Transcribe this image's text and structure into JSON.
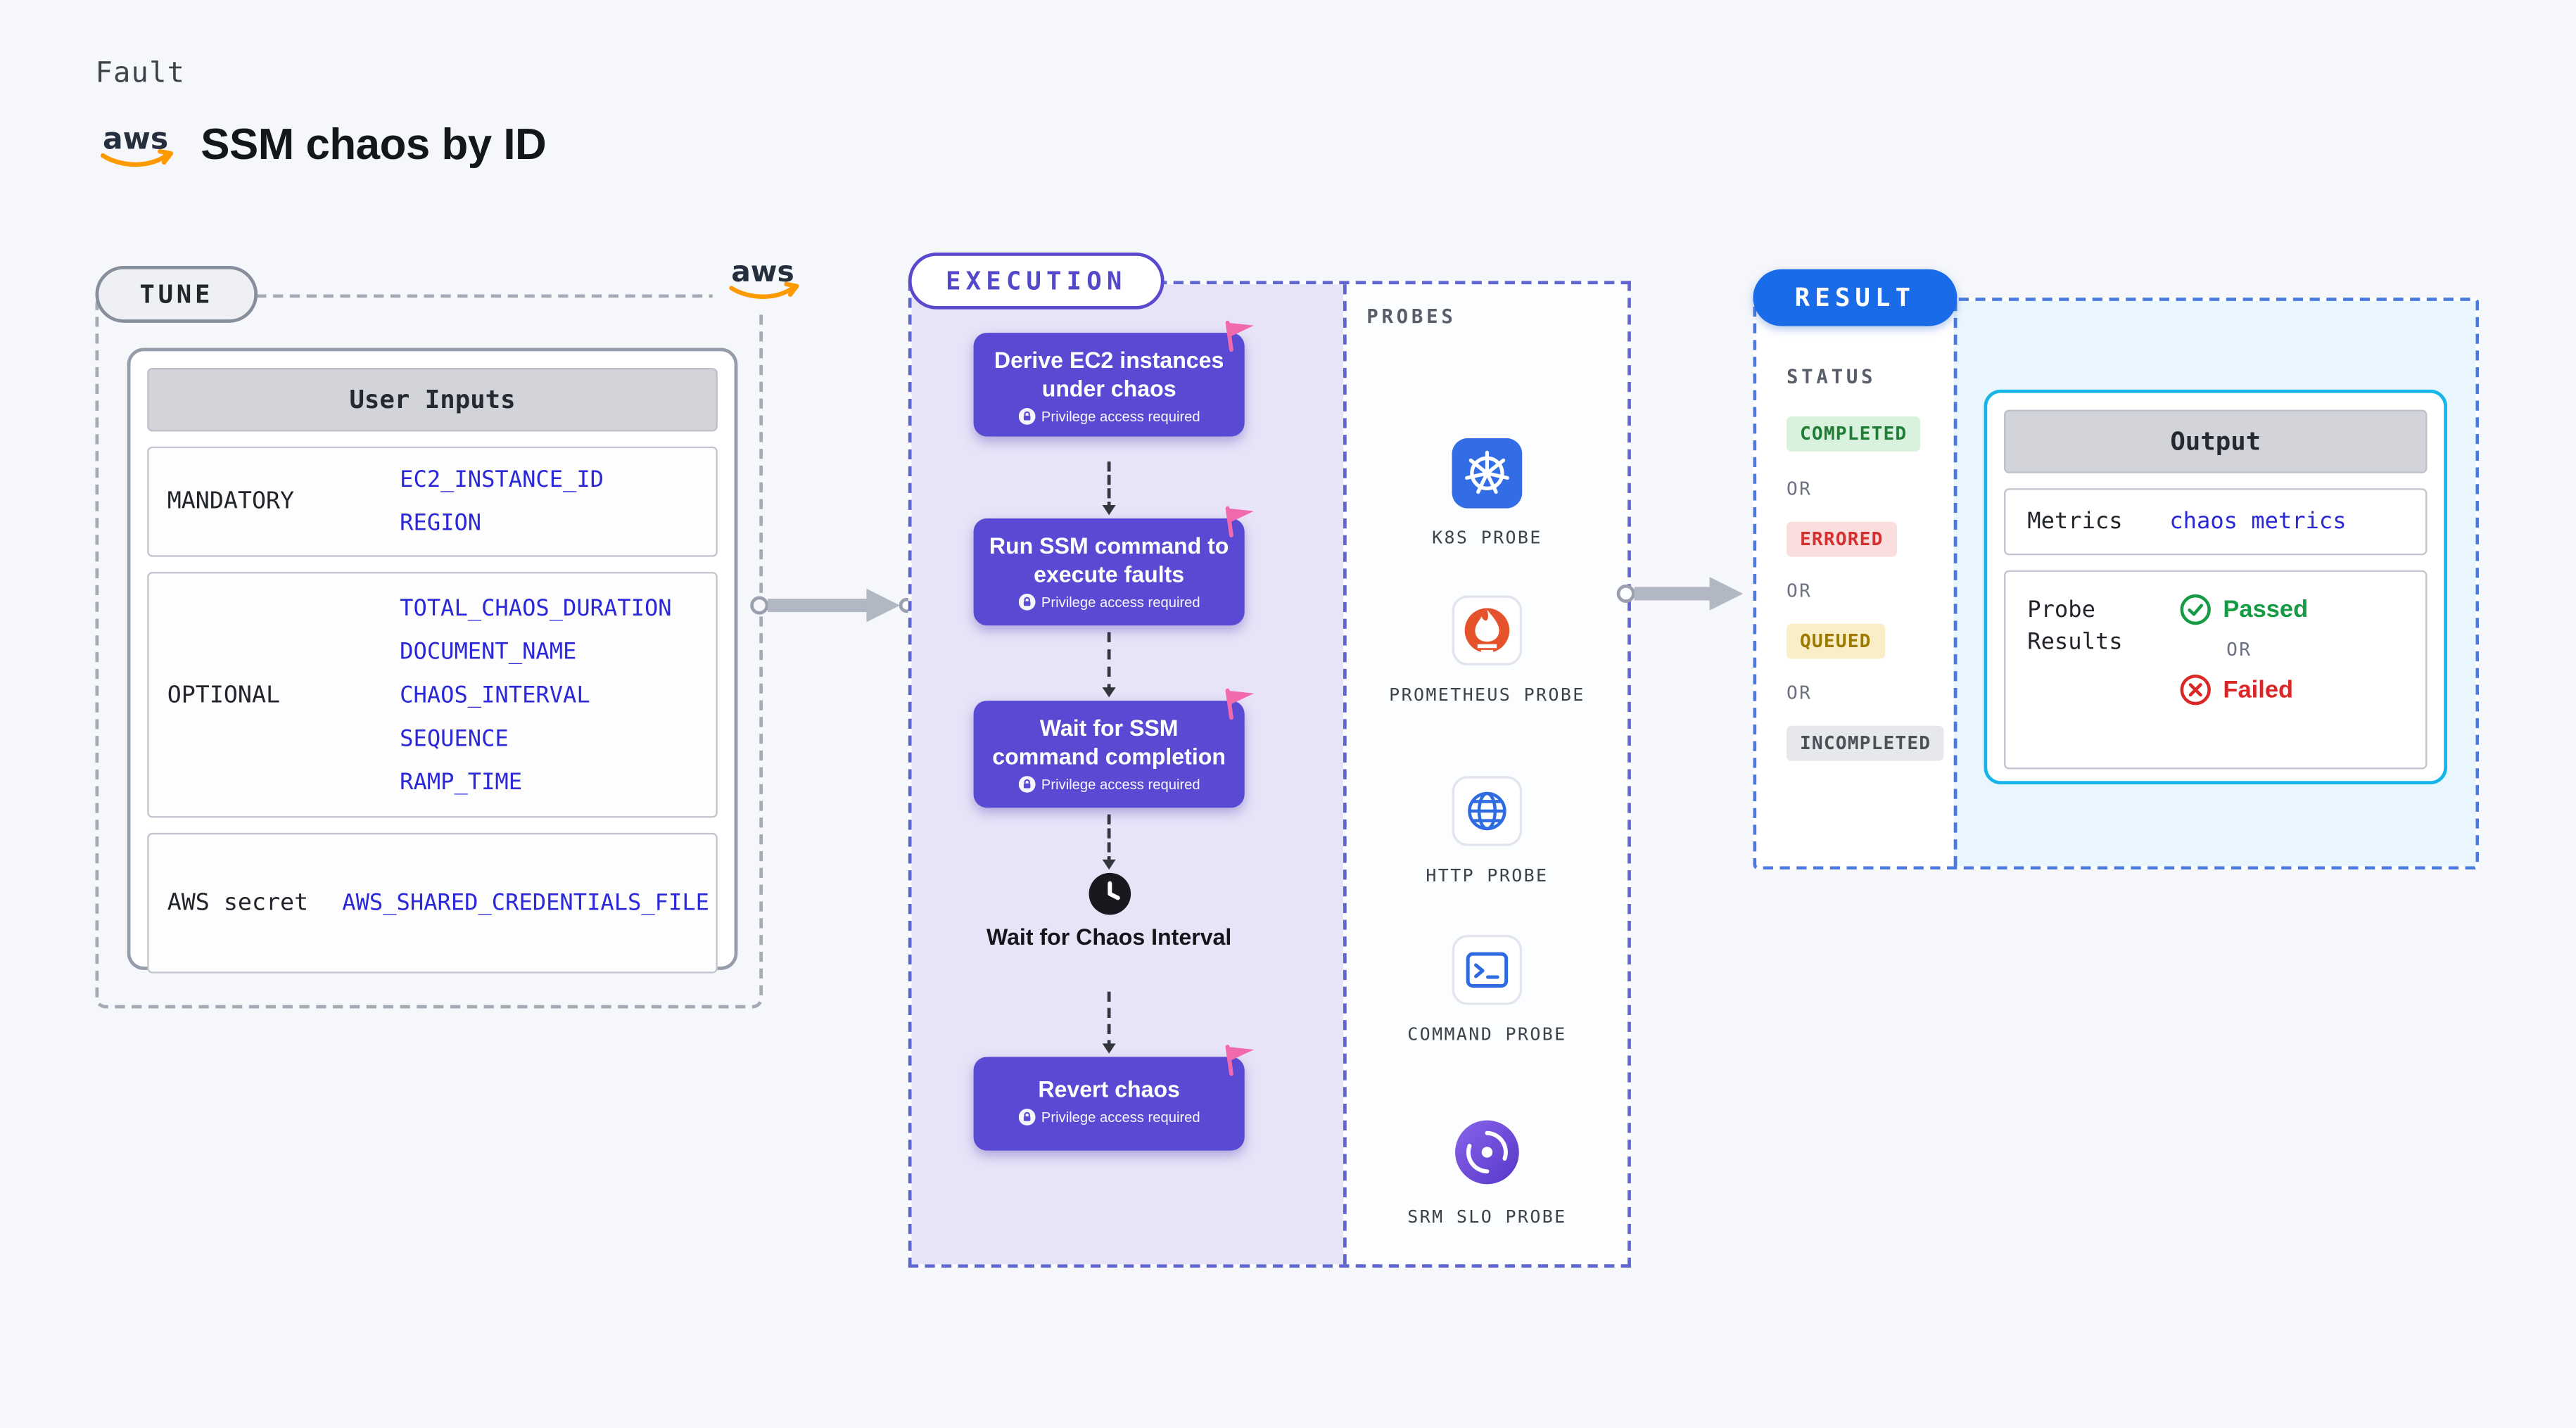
{
  "page": {
    "kind_label": "Fault",
    "title": "SSM chaos by ID"
  },
  "logos": {
    "aws_text": "aws"
  },
  "tune": {
    "label": "TUNE",
    "table": {
      "header": "User Inputs",
      "rows": [
        {
          "label": "MANDATORY",
          "values": [
            "EC2_INSTANCE_ID",
            "REGION"
          ]
        },
        {
          "label": "OPTIONAL",
          "values": [
            "TOTAL_CHAOS_DURATION",
            "DOCUMENT_NAME",
            "CHAOS_INTERVAL",
            "SEQUENCE",
            "RAMP_TIME"
          ]
        },
        {
          "label": "AWS secret",
          "values": [
            "AWS_SHARED_CREDENTIALS_FILE"
          ]
        }
      ]
    }
  },
  "execution": {
    "label": "EXECUTION",
    "steps": [
      {
        "title": "Derive EC2 instances under chaos",
        "badge": "Privilege access required"
      },
      {
        "title": "Run SSM command to execute faults",
        "badge": "Privilege access required"
      },
      {
        "title": "Wait for SSM command completion",
        "badge": "Privilege access required"
      }
    ],
    "wait_label": "Wait for Chaos Interval",
    "revert": {
      "title": "Revert chaos",
      "badge": "Privilege access required"
    }
  },
  "probes": {
    "label": "PROBES",
    "items": [
      {
        "name": "K8S PROBE",
        "icon": "kubernetes-icon"
      },
      {
        "name": "PROMETHEUS PROBE",
        "icon": "prometheus-icon"
      },
      {
        "name": "HTTP PROBE",
        "icon": "http-globe-icon"
      },
      {
        "name": "COMMAND PROBE",
        "icon": "command-terminal-icon"
      },
      {
        "name": "SRM SLO PROBE",
        "icon": "srm-slo-icon"
      }
    ]
  },
  "result": {
    "label": "RESULT",
    "status_label": "STATUS",
    "or_label": "OR",
    "statuses": [
      {
        "text": "COMPLETED",
        "kind": "completed",
        "bg": "#d9f2dd",
        "fg": "#1e7e36"
      },
      {
        "text": "ERRORED",
        "kind": "errored",
        "bg": "#fadddd",
        "fg": "#d43030"
      },
      {
        "text": "QUEUED",
        "kind": "queued",
        "bg": "#faeec6",
        "fg": "#9c7a00"
      },
      {
        "text": "INCOMPLETED",
        "kind": "incompleted",
        "bg": "#e6e8ec",
        "fg": "#4c5158"
      }
    ],
    "output": {
      "header": "Output",
      "metrics_label": "Metrics",
      "metrics_value": "chaos metrics",
      "probe_results_label": "Probe Results",
      "passed_label": "Passed",
      "failed_label": "Failed"
    }
  },
  "colors": {
    "accent_purple": "#5a49d3",
    "accent_blue": "#1a6be8",
    "code_blue": "#2b28d8",
    "output_border": "#17b5e8",
    "passed_green": "#169a43",
    "failed_red": "#da2727",
    "flag_pink": "#f26aae",
    "aws_orange": "#ff9900"
  }
}
